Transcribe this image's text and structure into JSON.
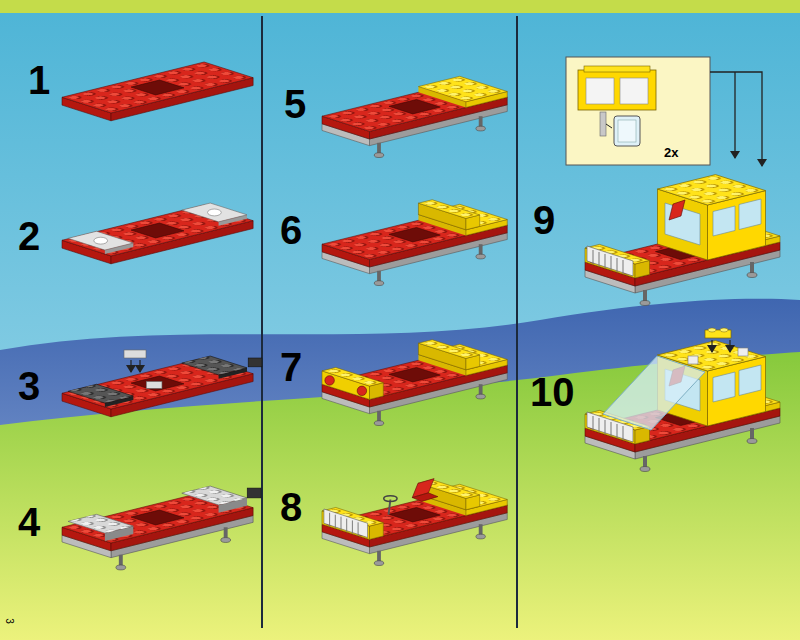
{
  "diagram": {
    "labels": [
      "1",
      "2",
      "3",
      "4",
      "5",
      "6",
      "7",
      "8",
      "9",
      "10",
      "2x",
      "3"
    ]
  }
}
